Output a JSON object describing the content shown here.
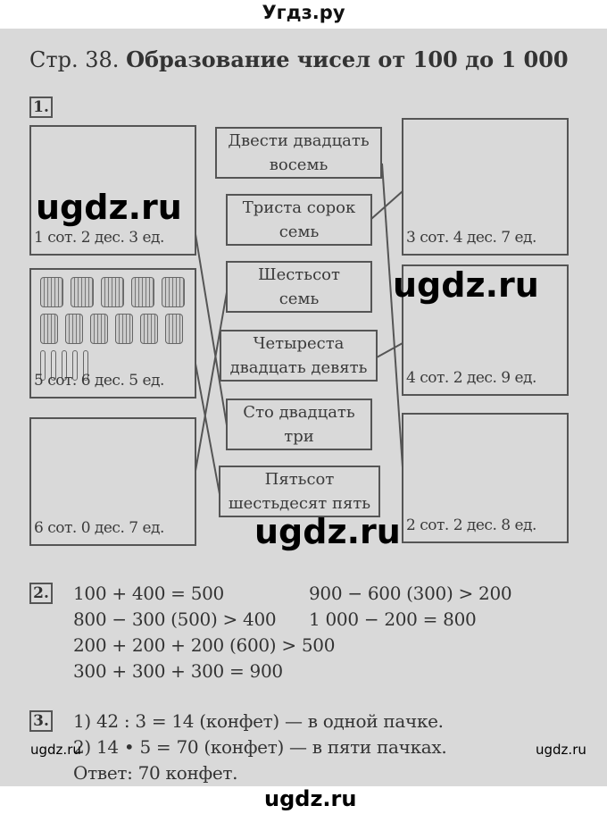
{
  "site_header": "Угдз.ру",
  "title_prefix": "Стр. 38.",
  "title": "Образование чисел от 100 до 1 000",
  "watermark": "ugdz.ru",
  "task1": {
    "number": "1.",
    "left_boxes": [
      "1 сот. 2 дес. 3 ед.",
      "5 сот. 6 дес. 5 ед.",
      "6 сот. 0 дес. 7 ед."
    ],
    "middle_boxes": [
      [
        "Двести двадцать",
        "восемь"
      ],
      [
        "Триста сорок",
        "семь"
      ],
      [
        "Шестьсот",
        "семь"
      ],
      [
        "Четыреста",
        "двадцать девять"
      ],
      [
        "Сто двадцать",
        "три"
      ],
      [
        "Пятьсот",
        "шестьдесят пять"
      ]
    ],
    "right_boxes": [
      "3 сот. 4 дес. 7 ед.",
      "4 сот. 2 дес. 9 ед.",
      "2 сот. 2 дес. 8 ед."
    ]
  },
  "task2": {
    "number": "2.",
    "lines": [
      "100 + 400 = 500",
      "900 − 600 (300) > 200",
      "800 − 300 (500) > 400",
      "1 000 − 200 = 800",
      "200 + 200 + 200 (600) > 500",
      "300 + 300 + 300 = 900"
    ]
  },
  "task3": {
    "number": "3.",
    "lines": [
      "1) 42 : 3 = 14 (конфет) — в одной пачке.",
      "2) 14 • 5 = 70 (конфет) — в пяти пачках.",
      "Ответ: 70 конфет."
    ]
  }
}
